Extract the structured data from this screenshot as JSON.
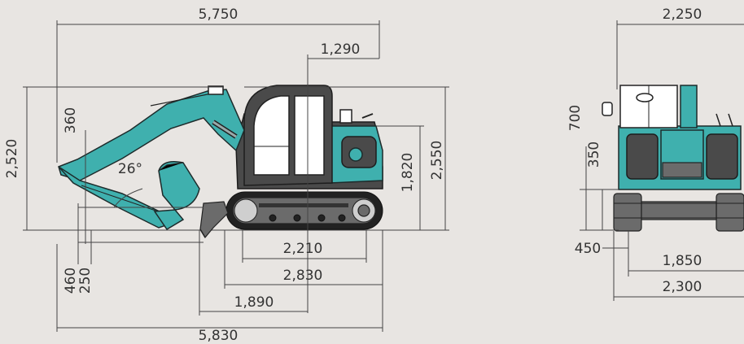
{
  "side_view": {
    "overall_length_top": "5,750",
    "rear_swing": "1,290",
    "height_left": "2,520",
    "boom_dim": "360",
    "angle": "26°",
    "cab_height": "2,550",
    "counterweight_height": "1,820",
    "track_length": "2,210",
    "track_overall": "2,830",
    "blade_reach": "1,890",
    "overall_length_bottom": "5,830",
    "blade_lift": "460",
    "blade_dig": "250"
  },
  "rear_view": {
    "overall_width_top": "2,250",
    "dim_700": "700",
    "dim_350": "350",
    "shoe_width": "450",
    "track_gauge": "1,850",
    "overall_width_bottom": "2,300"
  },
  "colors": {
    "body": "#3fb0ae",
    "cab": "#4a4a4a",
    "background": "#e8e5e2"
  }
}
